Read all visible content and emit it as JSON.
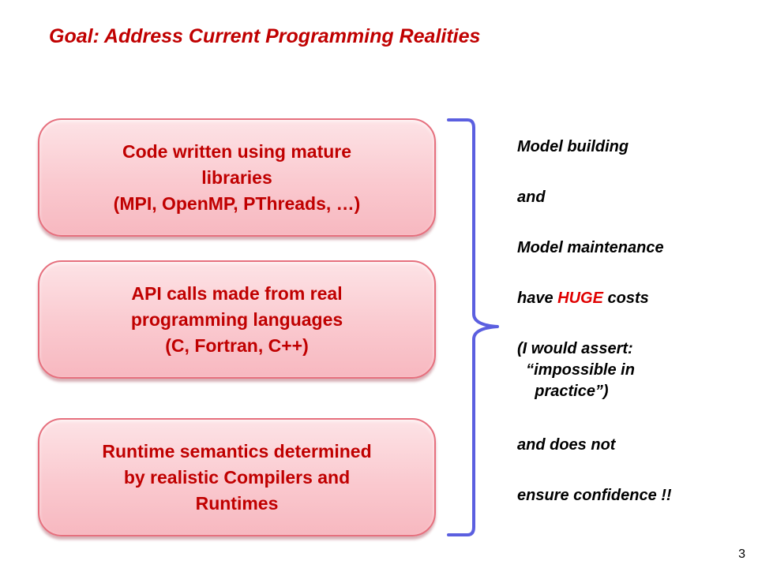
{
  "slide": {
    "title": "Goal: Address Current Programming Realities",
    "page_number": "3"
  },
  "boxes": [
    {
      "lines": [
        "Code written using mature",
        "libraries",
        "(MPI, OpenMP, PThreads, …)"
      ]
    },
    {
      "lines": [
        "API calls made from  real",
        "programming languages",
        "(C, Fortran, C++)"
      ]
    },
    {
      "lines": [
        "Runtime semantics determined",
        "by realistic Compilers and",
        "Runtimes"
      ]
    }
  ],
  "notes": {
    "model_building": "Model building",
    "and": "and",
    "model_maintenance": "Model maintenance",
    "have": "have ",
    "huge": "HUGE",
    "costs": " costs",
    "assert": "(I would assert:",
    "impossible": "  “impossible in",
    "practice": "    practice”)",
    "does_not": "and does not",
    "ensure": "ensure confidence !!"
  },
  "colors": {
    "title": "#c00000",
    "box_text": "#c00000",
    "box_fill": "#fac9cf",
    "box_border": "#e6707e",
    "bracket": "#5b5fe0",
    "huge": "#e00000"
  }
}
